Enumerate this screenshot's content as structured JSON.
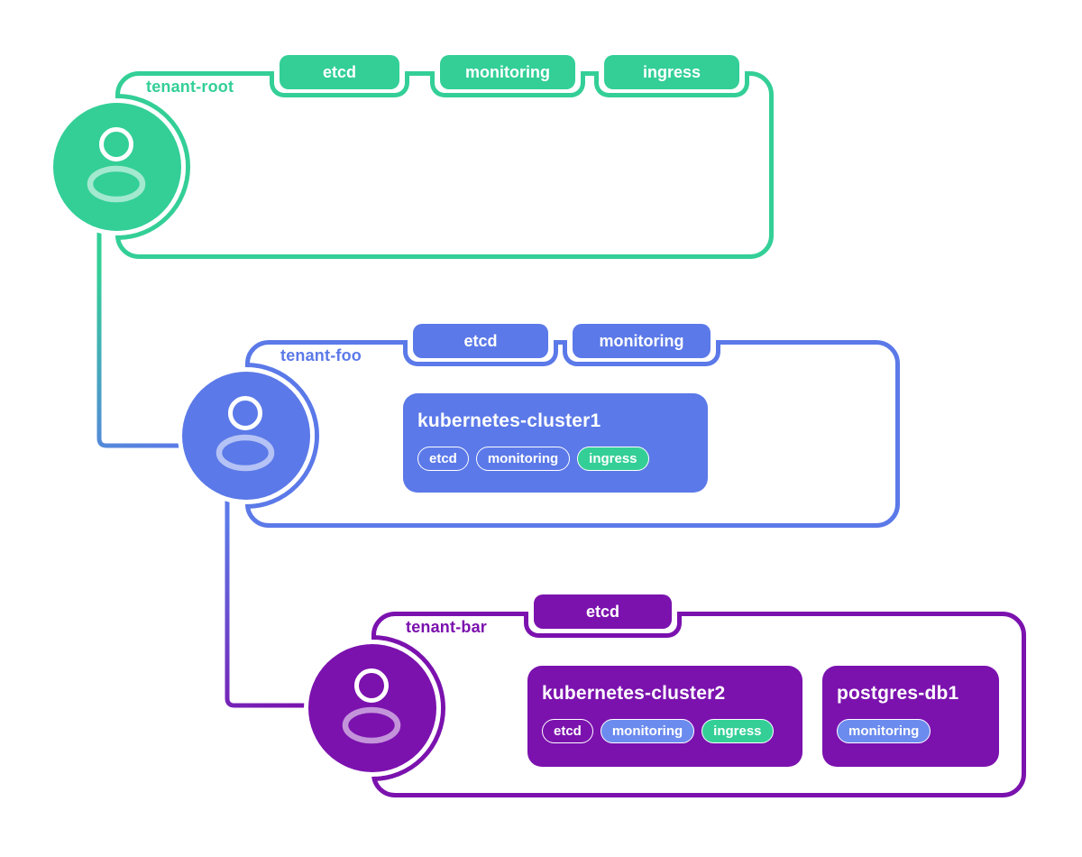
{
  "colors": {
    "green": "#33cf97",
    "blue": "#5b79e8",
    "light_blue": "#6b8bee",
    "purple": "#7b12ae"
  },
  "tenants": [
    {
      "label": "tenant-root",
      "tabs": [
        "etcd",
        "monitoring",
        "ingress"
      ],
      "cards": []
    },
    {
      "label": "tenant-foo",
      "tabs": [
        "etcd",
        "monitoring"
      ],
      "cards": [
        {
          "title": "kubernetes-cluster1",
          "badges": [
            {
              "label": "etcd",
              "style": "outline"
            },
            {
              "label": "monitoring",
              "style": "outline"
            },
            {
              "label": "ingress",
              "style": "green"
            }
          ]
        }
      ]
    },
    {
      "label": "tenant-bar",
      "tabs": [
        "etcd"
      ],
      "cards": [
        {
          "title": "kubernetes-cluster2",
          "badges": [
            {
              "label": "etcd",
              "style": "outline"
            },
            {
              "label": "monitoring",
              "style": "blue"
            },
            {
              "label": "ingress",
              "style": "green"
            }
          ]
        },
        {
          "title": "postgres-db1",
          "badges": [
            {
              "label": "monitoring",
              "style": "blue"
            }
          ]
        }
      ]
    }
  ]
}
